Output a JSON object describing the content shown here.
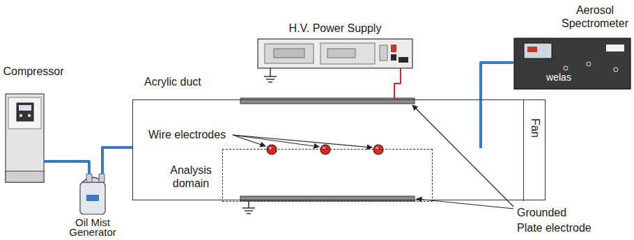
{
  "diagram": {
    "nodes": [
      {
        "text": [
          "H.V. Power Supply"
        ]
      },
      {
        "text": [
          "Aerosol Spectrometer",
          "welas"
        ]
      },
      {
        "text": [
          "Acrylic duct"
        ]
      },
      {
        "text": [
          "Analysis domain"
        ],
        "in": 2
      },
      {
        "text": [
          "Fan"
        ],
        "in": 2
      },
      {
        "text": [
          "Compressor"
        ]
      },
      {
        "text": [
          "Oil Mist Generator"
        ]
      }
    ],
    "edges": [
      {
        "from": 5,
        "to": 6,
        "arrow": "none"
      },
      {
        "from": 6,
        "to": 2,
        "arrow": "none"
      },
      {
        "from": 1,
        "to": 2,
        "arrow": "none"
      },
      {
        "from": 0,
        "to": 2,
        "arrow": "none"
      }
    ],
    "labels": [
      "Wire electrodes",
      "Grounded Plate electrode"
    ]
  }
}
